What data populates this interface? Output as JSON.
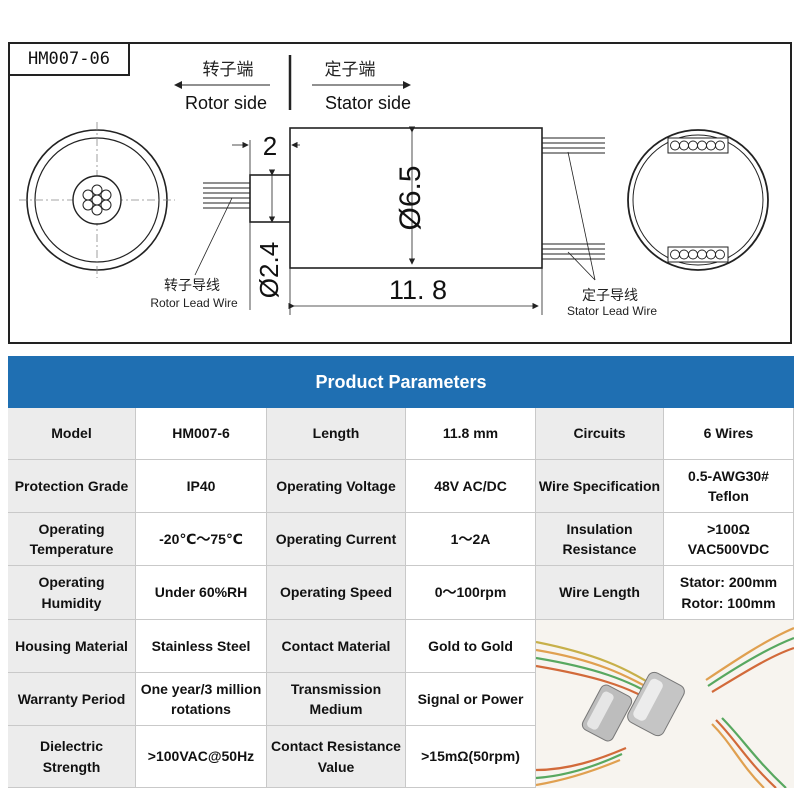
{
  "drawing": {
    "model_tag": "HM007-06",
    "rotor_side_cn": "转子端",
    "rotor_side_en": "Rotor side",
    "stator_side_cn": "定子端",
    "stator_side_en": "Stator side",
    "dim_2": "2",
    "dim_diameter_65": "Ø6.5",
    "dim_diameter_24": "Ø2.4",
    "dim_118": "11. 8",
    "rotor_lead_cn": "转子导线",
    "rotor_lead_en": "Rotor Lead Wire",
    "stator_lead_cn": "定子导线",
    "stator_lead_en": "Stator Lead Wire"
  },
  "params": {
    "title": "Product Parameters",
    "rows": [
      [
        "Model",
        "HM007-6",
        "Length",
        "11.8 mm",
        "Circuits",
        "6 Wires"
      ],
      [
        "Protection Grade",
        "IP40",
        "Operating Voltage",
        "48V AC/DC",
        "Wire Specification",
        "0.5-AWG30# Teflon"
      ],
      [
        "Operating Temperature",
        "-20℃～75℃",
        "Operating Current",
        "1～2A",
        "Insulation Resistance",
        ">100Ω VAC500VDC"
      ],
      [
        "Operating Humidity",
        "Under 60%RH",
        "Operating Speed",
        "0～100rpm",
        "Wire Length",
        "Stator: 200mm Rotor: 100mm"
      ],
      [
        "Housing Material",
        "Stainless Steel",
        "Contact Material",
        "Gold to Gold"
      ],
      [
        "Warranty Period",
        "One year/3 million rotations",
        "Transmission Medium",
        "Signal or Power"
      ],
      [
        "Dielectric Strength",
        ">100VAC@50Hz",
        "Contact Resistance Value",
        ">15mΩ(50rpm)"
      ]
    ]
  },
  "colors": {
    "header": "#1f6fb2",
    "label_bg": "#ececec",
    "border": "#c9c9c9"
  }
}
